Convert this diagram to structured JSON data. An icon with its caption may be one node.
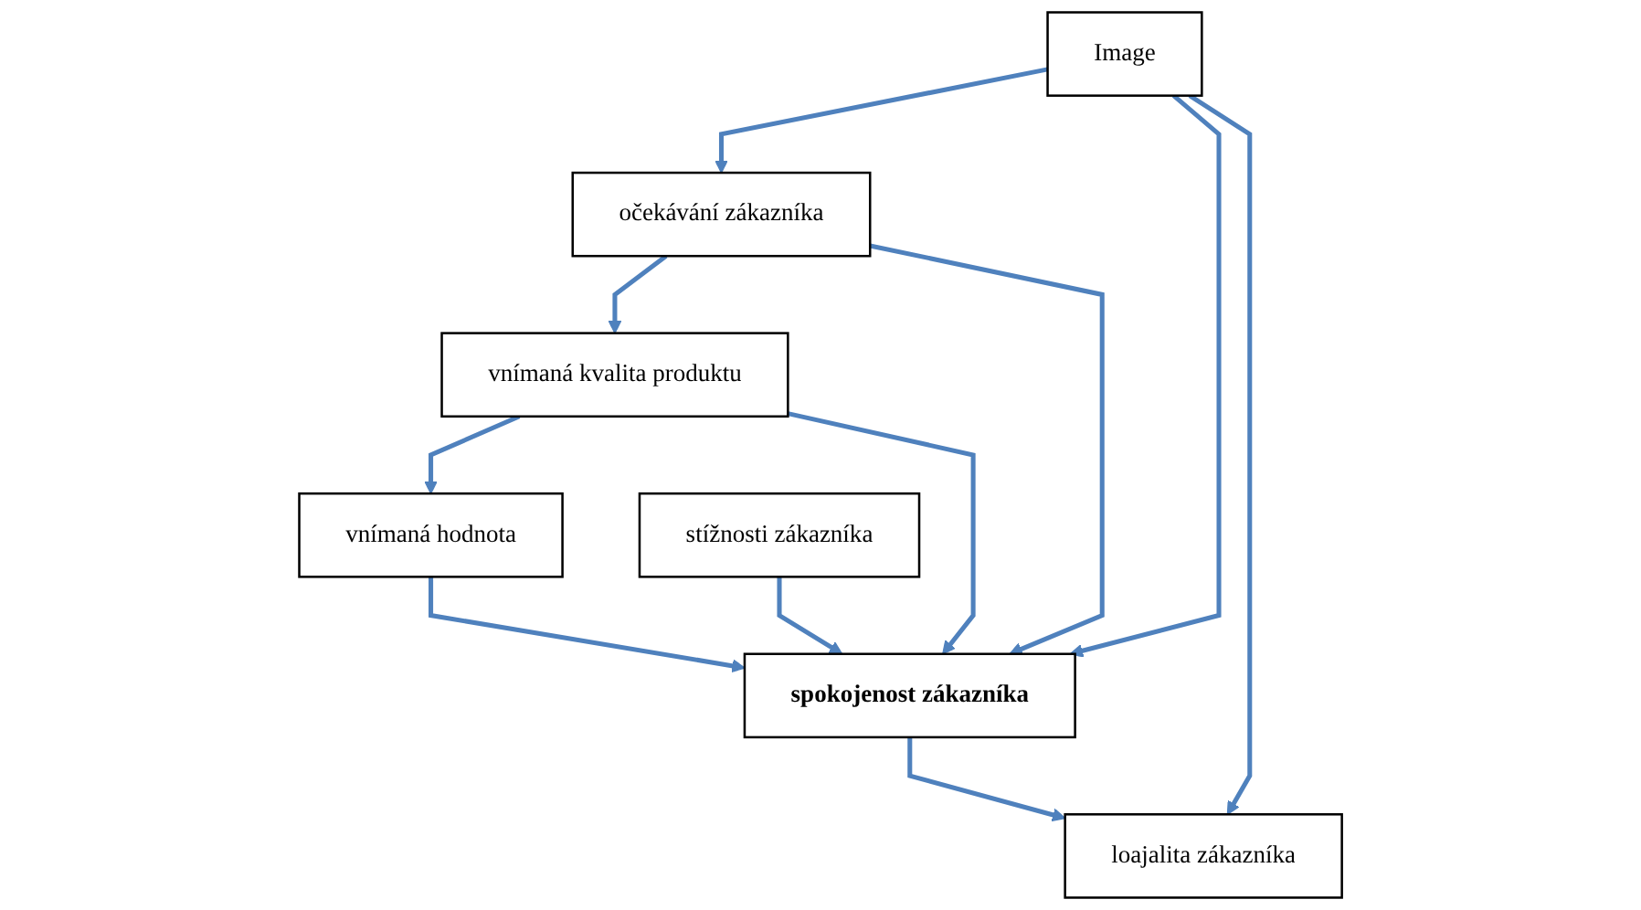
{
  "diagram": {
    "nodes": [
      {
        "text": [
          "Image"
        ]
      },
      {
        "text": [
          "očekávání zákazníka"
        ]
      },
      {
        "text": [
          "vnímaná kvalita produktu"
        ]
      },
      {
        "text": [
          "vnímaná hodnota"
        ]
      },
      {
        "text": [
          "spokojenost zákazníka"
        ]
      },
      {
        "text": [
          "loajalita zákazníka"
        ]
      },
      {
        "text": [
          "stížnosti zákazníka"
        ]
      }
    ],
    "edges": [
      {
        "from": 0,
        "to": 1,
        "arrow": "to"
      },
      {
        "from": 1,
        "to": 2,
        "arrow": "to"
      },
      {
        "from": 2,
        "to": 3,
        "arrow": "to"
      },
      {
        "from": 3,
        "to": 4,
        "arrow": "to"
      },
      {
        "from": 4,
        "to": 5,
        "arrow": "to"
      },
      {
        "from": 1,
        "to": 4,
        "arrow": "to"
      },
      {
        "from": 0,
        "to": 4,
        "arrow": "to"
      },
      {
        "from": 0,
        "to": 5,
        "arrow": "to"
      },
      {
        "from": 2,
        "to": 4,
        "arrow": "to"
      },
      {
        "from": 6,
        "to": 4,
        "arrow": "to"
      }
    ]
  }
}
